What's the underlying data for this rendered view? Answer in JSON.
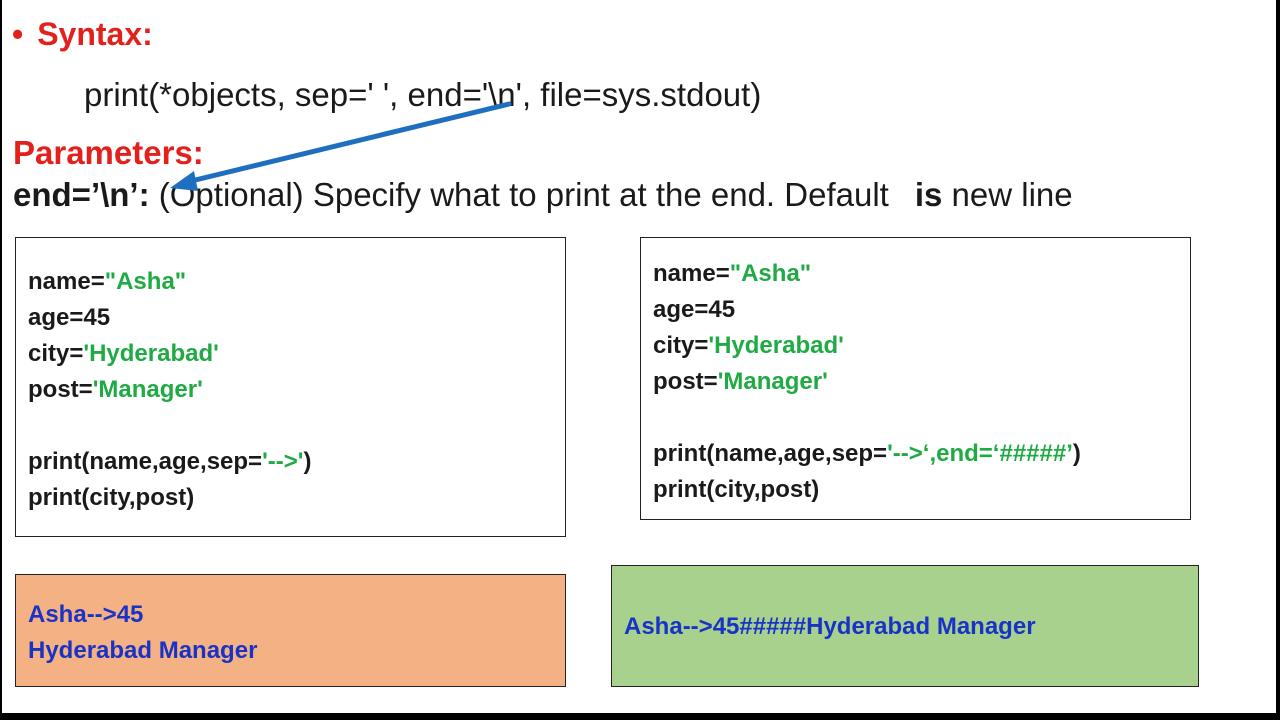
{
  "syntax": {
    "bullet": "•",
    "heading": "Syntax:",
    "signature": "print(*objects, sep=' ', end='\\n', file=sys.stdout)"
  },
  "parameters": {
    "heading": "Parameters:",
    "term": "end=’\\n’:",
    "description": "(Optional) Specify what to print at the end. Default",
    "is_word": "is",
    "tail": "new line"
  },
  "example_left": {
    "lines": [
      {
        "key": "name=",
        "value": "\"Asha\""
      },
      {
        "key": "age=45",
        "value": ""
      },
      {
        "key": "city=",
        "value": "'Hyderabad'"
      },
      {
        "key": "post=",
        "value": "'Manager'"
      }
    ],
    "print1": {
      "prefix": "print(name,age,sep=",
      "str": "'-->'",
      "suffix": ")"
    },
    "print2": "print(city,post)"
  },
  "example_right": {
    "lines": [
      {
        "key": "name=",
        "value": "\"Asha\""
      },
      {
        "key": "age=45",
        "value": ""
      },
      {
        "key": "city=",
        "value": "'Hyderabad'"
      },
      {
        "key": "post=",
        "value": "'Manager'"
      }
    ],
    "print1": {
      "prefix": "print(name,age,sep=",
      "str": "'-->‘,end=‘#####’",
      "suffix": ")"
    },
    "print2": "print(city,post)"
  },
  "output_left": {
    "lines": [
      "Asha-->45",
      "Hyderabad Manager"
    ]
  },
  "output_right": {
    "lines": [
      "Asha-->45#####Hyderabad Manager"
    ]
  },
  "colors": {
    "heading_red": "#e3201b",
    "string_green": "#1faa44",
    "output_blue": "#1a33c7",
    "output_left_bg": "#f4b183",
    "output_right_bg": "#a9d18e",
    "arrow_blue": "#1f6fc0"
  }
}
